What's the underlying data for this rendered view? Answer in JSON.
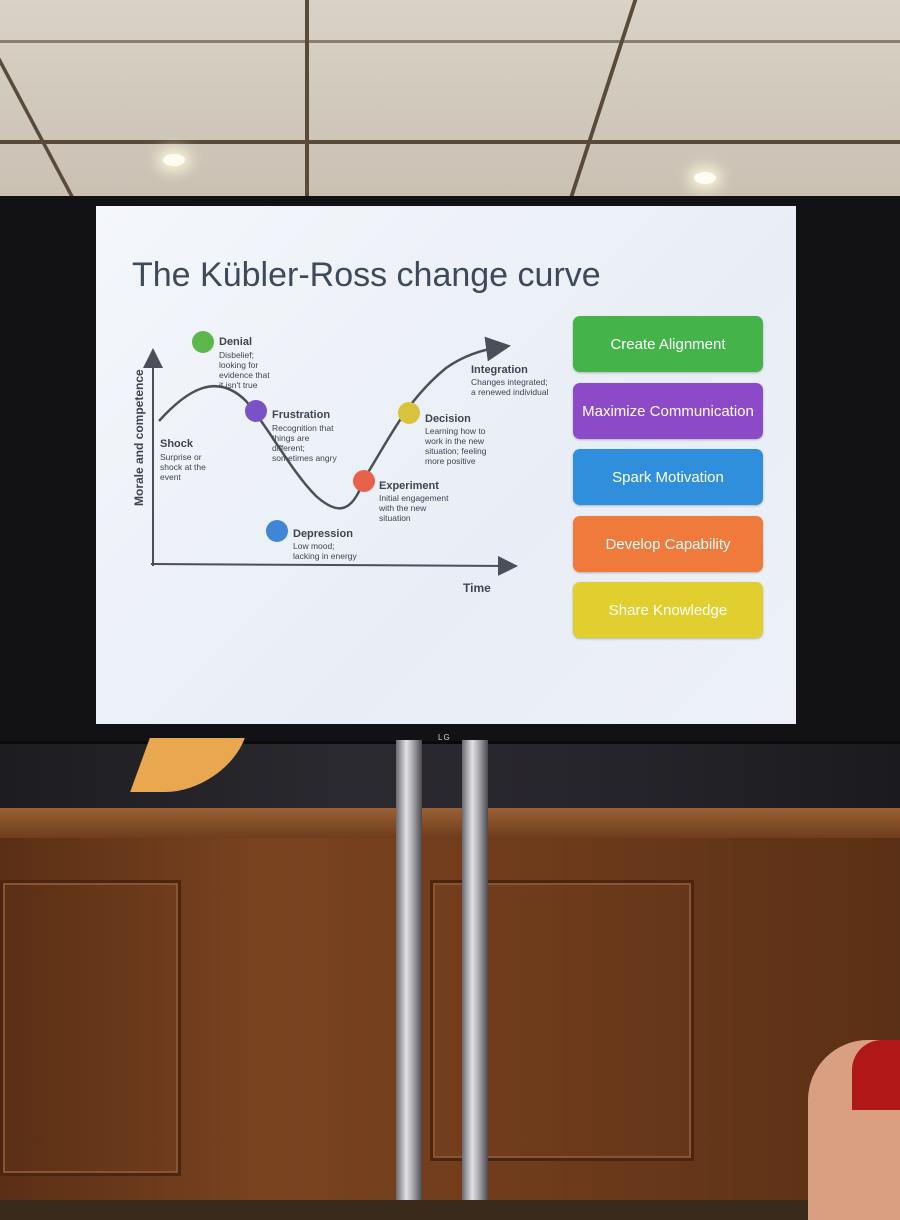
{
  "slide": {
    "title": "The Kübler-Ross change curve",
    "y_axis_label": "Morale and competence",
    "x_axis_label": "Time"
  },
  "stages": [
    {
      "name": "Shock",
      "desc": [
        "Surprise or",
        "shock at the",
        "event"
      ]
    },
    {
      "name": "Denial",
      "desc": [
        "Disbelief;",
        "looking for",
        "evidence that",
        "it isn't true"
      ],
      "color": "#5cb84a"
    },
    {
      "name": "Frustration",
      "desc": [
        "Recognition that",
        "things are",
        "different;",
        "sometimes angry"
      ],
      "color": "#7a52c8"
    },
    {
      "name": "Depression",
      "desc": [
        "Low mood;",
        "lacking in energy"
      ],
      "color": "#3f86d6"
    },
    {
      "name": "Experiment",
      "desc": [
        "Initial engagement",
        "with the new",
        "situation"
      ],
      "color": "#e8614a"
    },
    {
      "name": "Decision",
      "desc": [
        "Learning how to",
        "work in the new",
        "situation; feeling",
        "more positive"
      ],
      "color": "#d9c23c"
    },
    {
      "name": "Integration",
      "desc": [
        "Changes integrated;",
        "a renewed individual"
      ]
    }
  ],
  "actions": [
    {
      "label": "Create Alignment",
      "color": "#43b34a"
    },
    {
      "label": "Maximize Communication",
      "color": "#8c4ac9"
    },
    {
      "label": "Spark Motivation",
      "color": "#2f8fdc"
    },
    {
      "label": "Develop Capability",
      "color": "#f07a3c"
    },
    {
      "label": "Share Knowledge",
      "color": "#e0cf2e"
    }
  ],
  "device": {
    "logo": "LG"
  }
}
